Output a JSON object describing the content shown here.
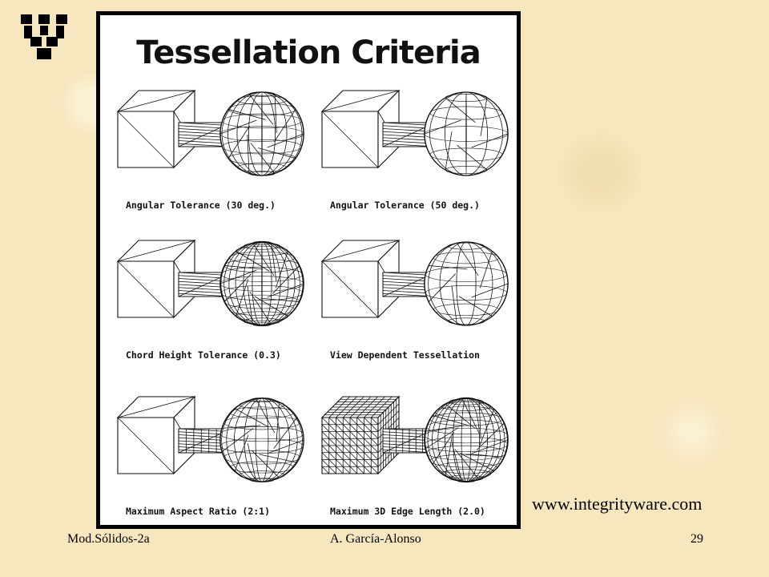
{
  "figure": {
    "title": "Tessellation Criteria",
    "panels": [
      {
        "caption": "Angular Tolerance (30 deg.)",
        "sphere_density": 10,
        "cylinder_rings": 0,
        "cube_grid": 1
      },
      {
        "caption": "Angular Tolerance (50 deg.)",
        "sphere_density": 6,
        "cylinder_rings": 0,
        "cube_grid": 1
      },
      {
        "caption": "Chord Height Tolerance (0.3)",
        "sphere_density": 14,
        "cylinder_rings": 0,
        "cube_grid": 1
      },
      {
        "caption": "View Dependent Tessellation",
        "sphere_density": 7,
        "cylinder_rings": 0,
        "cube_grid": 1
      },
      {
        "caption": "Maximum Aspect Ratio (2:1)",
        "sphere_density": 11,
        "cylinder_rings": 6,
        "cube_grid": 1
      },
      {
        "caption": "Maximum 3D Edge Length (2.0)",
        "sphere_density": 15,
        "cylinder_rings": 7,
        "cube_grid": 8
      }
    ]
  },
  "source_url": "www.integrityware.com",
  "footer": {
    "left": "Mod.Sólidos-2a",
    "center": "A. García-Alonso",
    "page": "29"
  }
}
